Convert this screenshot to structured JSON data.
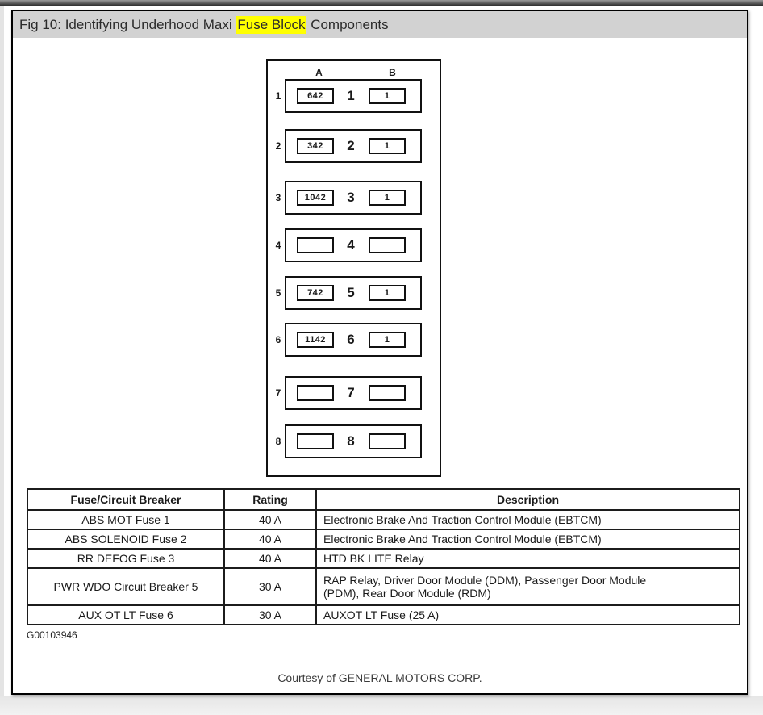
{
  "window": {
    "title_prefix": "Fig 10: Identifying Underhood Maxi ",
    "title_highlight": "Fuse Block",
    "title_suffix": " Components",
    "titlebar_bg": "#d2d2d2",
    "highlight_color": "#ffff00"
  },
  "diagram": {
    "column_headers": {
      "a": "A",
      "b": "B"
    },
    "rows": [
      {
        "num": "1",
        "a": "642",
        "b": "1"
      },
      {
        "num": "2",
        "a": "342",
        "b": "1"
      },
      {
        "num": "3",
        "a": "1042",
        "b": "1"
      },
      {
        "num": "4",
        "a": "",
        "b": ""
      },
      {
        "num": "5",
        "a": "742",
        "b": "1"
      },
      {
        "num": "6",
        "a": "1142",
        "b": "1"
      },
      {
        "num": "7",
        "a": "",
        "b": ""
      },
      {
        "num": "8",
        "a": "",
        "b": ""
      }
    ]
  },
  "table": {
    "headers": [
      "Fuse/Circuit Breaker",
      "Rating",
      "Description"
    ],
    "rows": [
      {
        "name": "ABS MOT Fuse 1",
        "rating": "40 A",
        "description": "Electronic Brake And Traction Control Module (EBTCM)"
      },
      {
        "name": "ABS SOLENOID Fuse 2",
        "rating": "40 A",
        "description": "Electronic Brake And Traction Control Module (EBTCM)"
      },
      {
        "name": "RR DEFOG Fuse 3",
        "rating": "40 A",
        "description": "HTD BK LITE Relay"
      },
      {
        "name": "PWR WDO Circuit Breaker 5",
        "rating": "30 A",
        "description": "RAP Relay, Driver Door Module (DDM), Passenger Door Module (PDM), Rear Door Module (RDM)"
      },
      {
        "name": "AUX OT LT Fuse 6",
        "rating": "30 A",
        "description": "AUXOT LT Fuse (25 A)"
      }
    ]
  },
  "footer": {
    "figure_id": "G00103946",
    "courtesy": "Courtesy of GENERAL MOTORS CORP."
  }
}
